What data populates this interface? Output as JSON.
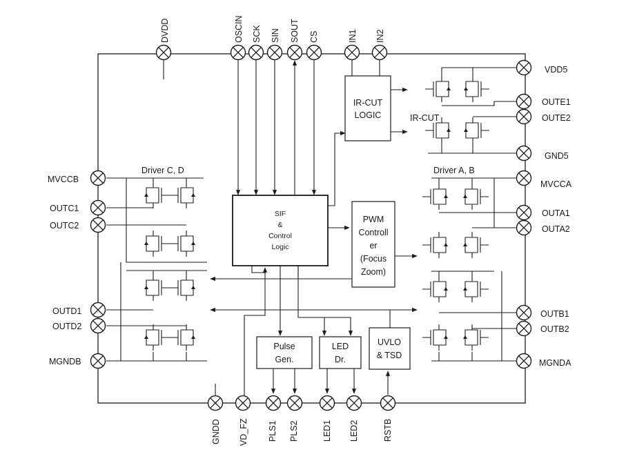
{
  "pins": {
    "top": {
      "dvdd": "DVDD",
      "oscin": "OSCIN",
      "sck": "SCK",
      "sin": "SIN",
      "sout": "SOUT",
      "cs": "CS",
      "in1": "IN1",
      "in2": "IN2"
    },
    "right": {
      "vdd5": "VDD5",
      "oute1": "OUTE1",
      "oute2": "OUTE2",
      "gnd5": "GND5",
      "mvcca": "MVCCA",
      "outa1": "OUTA1",
      "outa2": "OUTA2",
      "outb1": "OUTB1",
      "outb2": "OUTB2",
      "mgnda": "MGNDA"
    },
    "left": {
      "mvccb": "MVCCB",
      "outc1": "OUTC1",
      "outc2": "OUTC2",
      "outd1": "OUTD1",
      "outd2": "OUTD2",
      "mgndb": "MGNDB"
    },
    "bottom": {
      "gndd": "GNDD",
      "vd_fz": "VD_FZ",
      "pls1": "PLS1",
      "pls2": "PLS2",
      "led1": "LED1",
      "led2": "LED2",
      "rstb": "RSTB"
    }
  },
  "blocks": {
    "ircut_logic": [
      "IR-CUT",
      "LOGIC"
    ],
    "ircut_label": "IR-CUT",
    "sif": [
      "SIF",
      "&",
      "Control",
      "Logic"
    ],
    "pwm": [
      "PWM",
      "Controll",
      "er",
      "(Focus",
      "Zoom)"
    ],
    "pulse": [
      "Pulse",
      "Gen."
    ],
    "led": [
      "LED",
      "Dr."
    ],
    "uvlo": [
      "UVLO",
      "& TSD"
    ],
    "driver_cd": "Driver C, D",
    "driver_ab": "Driver A, B"
  }
}
